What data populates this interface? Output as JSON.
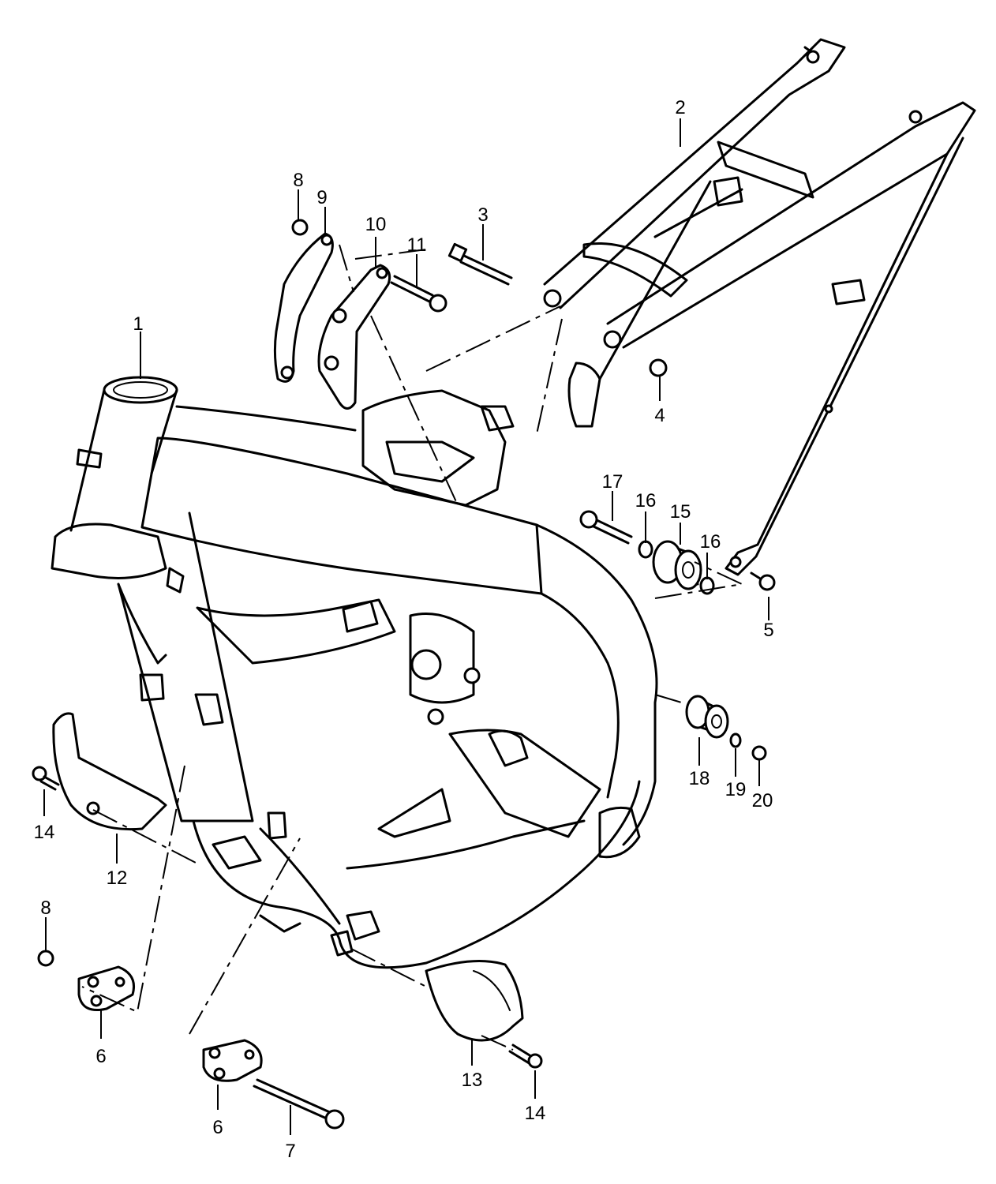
{
  "labels": {
    "p1": "1",
    "p2": "2",
    "p3": "3",
    "p4": "4",
    "p5": "5",
    "p6a": "6",
    "p6b": "6",
    "p7": "7",
    "p8a": "8",
    "p8b": "8",
    "p9": "9",
    "p10": "10",
    "p11": "11",
    "p12": "12",
    "p13": "13",
    "p14a": "14",
    "p14b": "14",
    "p15": "15",
    "p16a": "16",
    "p16b": "16",
    "p17": "17",
    "p18": "18",
    "p19": "19",
    "p20": "20"
  },
  "colors": {
    "line": "#000000",
    "background": "#ffffff"
  }
}
